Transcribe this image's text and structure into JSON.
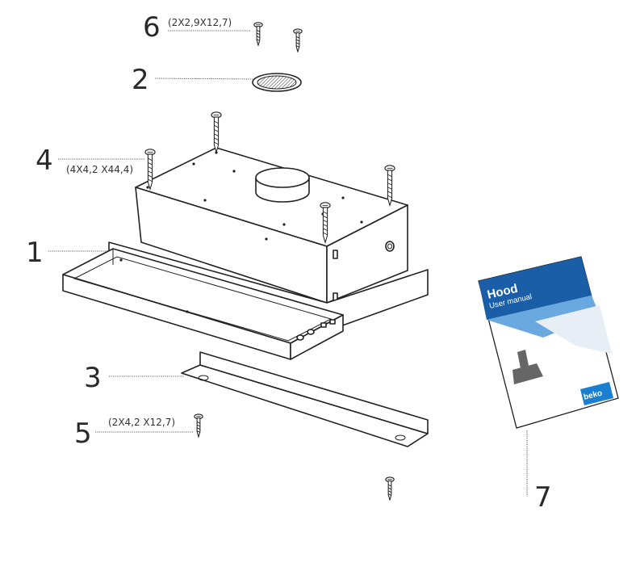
{
  "callouts": [
    {
      "id": "1",
      "number": "1",
      "spec": ""
    },
    {
      "id": "2",
      "number": "2",
      "spec": ""
    },
    {
      "id": "3",
      "number": "3",
      "spec": ""
    },
    {
      "id": "4",
      "number": "4",
      "spec": "(4X4,2 X44,4)"
    },
    {
      "id": "5",
      "number": "5",
      "spec": "(2X4,2 X12,7)"
    },
    {
      "id": "6",
      "number": "6",
      "spec": "(2X2,9X12,7)"
    },
    {
      "id": "7",
      "number": "7",
      "spec": ""
    }
  ],
  "manual": {
    "title": "Hood",
    "subtitle": "User manual",
    "brand": "beko",
    "brand_color": "#1a7fd1",
    "accent_color": "#1b5ea8"
  }
}
